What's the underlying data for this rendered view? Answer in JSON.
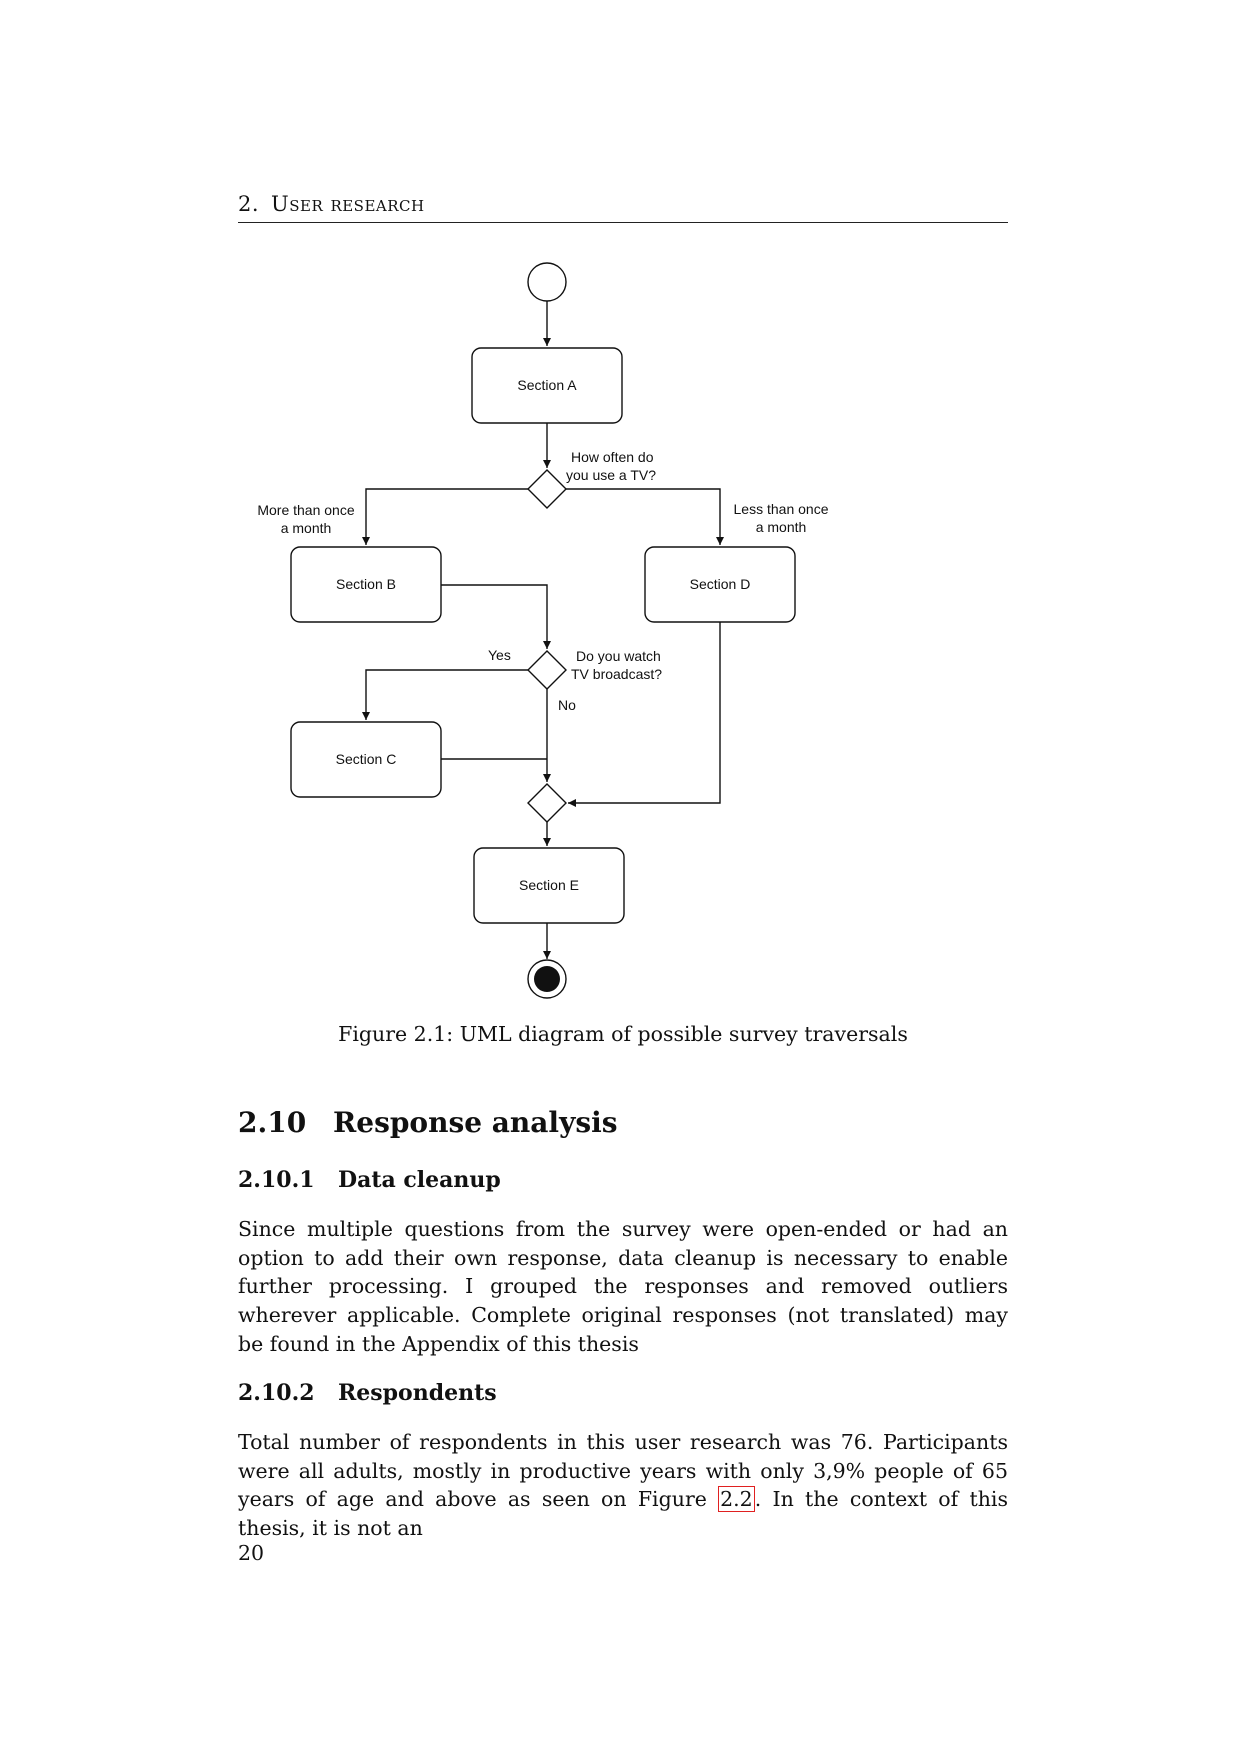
{
  "header": {
    "chapter_number": "2.",
    "chapter_title": "User research"
  },
  "figure": {
    "caption": "Figure 2.1: UML diagram of possible survey traversals",
    "nodes": {
      "section_a": "Section A",
      "section_b": "Section B",
      "section_c": "Section C",
      "section_d": "Section D",
      "section_e": "Section E"
    },
    "decision_1": {
      "question_line1": "How often do",
      "question_line2": "you use a TV?",
      "left_line1": "More than once",
      "left_line2": "a month",
      "right_line1": "Less than once",
      "right_line2": "a month"
    },
    "decision_2": {
      "question_line1": "Do you watch",
      "question_line2": "TV broadcast?",
      "yes": "Yes",
      "no": "No"
    }
  },
  "section": {
    "number": "2.10",
    "title": "Response analysis"
  },
  "subsection_cleanup": {
    "number": "2.10.1",
    "title": "Data cleanup",
    "text": "Since multiple questions from the survey were open-ended or had an option to add their own response, data cleanup is necessary to enable further processing. I grouped the responses and removed outliers wherever applicable. Complete original responses (not translated) may be found in the Appendix of this thesis"
  },
  "subsection_respondents": {
    "number": "2.10.2",
    "title": "Respondents",
    "text_before_ref": "Total number of respondents in this user research was 76. Participants were all adults, mostly in productive years with only 3,9% people of 65 years of age and above as seen on Figure ",
    "ref": "2.2",
    "text_after_ref": ". In the context of this thesis, it is not an"
  },
  "page_number": "20",
  "colors": {
    "ref_box": "#e02020",
    "ink": "#111111"
  }
}
